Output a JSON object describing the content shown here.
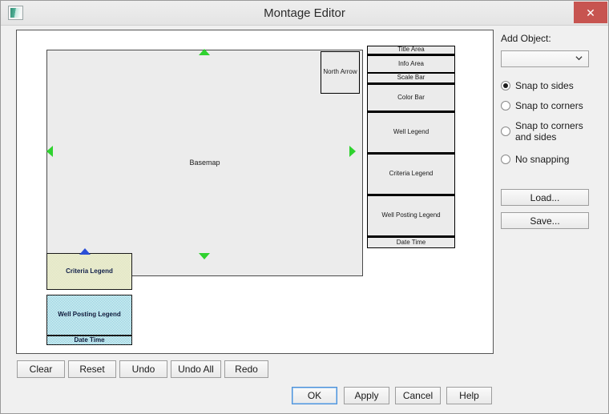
{
  "window": {
    "title": "Montage Editor",
    "app_icon": "app-icon",
    "close_label": "✕"
  },
  "canvas": {
    "basemap_label": "Basemap",
    "boxes": [
      {
        "name": "north-arrow",
        "label": "North Arrow"
      },
      {
        "name": "title-area",
        "label": "Title Area"
      },
      {
        "name": "info-area",
        "label": "Info Area"
      },
      {
        "name": "scale-bar",
        "label": "Scale Bar"
      },
      {
        "name": "color-bar",
        "label": "Color Bar"
      },
      {
        "name": "well-legend",
        "label": "Well Legend"
      },
      {
        "name": "criteria-legend",
        "label": "Criteria Legend"
      },
      {
        "name": "well-posting-legend",
        "label": "Well Posting Legend"
      },
      {
        "name": "date-time",
        "label": "Date Time"
      }
    ],
    "selected_boxes": [
      {
        "name": "criteria-legend-selected",
        "label": "Criteria Legend"
      },
      {
        "name": "well-posting-legend-selected",
        "label": "Well Posting Legend"
      },
      {
        "name": "date-time-selected",
        "label": "Date Time"
      }
    ],
    "handles": {
      "top": "up-triangle-handle",
      "bottom": "down-triangle-handle",
      "left": "left-triangle-handle",
      "right": "right-triangle-handle",
      "selected_top": "up-triangle-handle-blue"
    },
    "colors": {
      "handle_green": "#2fd22f",
      "handle_blue": "#2a4fd6",
      "box_fill": "#ebebeb",
      "selected_green_fill": "#dfe3bd",
      "selected_blue_fill": "#6fc4d6"
    }
  },
  "panel": {
    "add_object_label": "Add Object:",
    "combo_value": "",
    "combo_placeholder": "",
    "snap_options": [
      {
        "label": "Snap to sides",
        "selected": true
      },
      {
        "label": "Snap to corners",
        "selected": false
      },
      {
        "label": "Snap to corners and sides",
        "selected": false
      },
      {
        "label": "No snapping",
        "selected": false
      }
    ],
    "load_label": "Load...",
    "save_label": "Save..."
  },
  "edit_buttons": [
    {
      "name": "clear-button",
      "label": "Clear"
    },
    {
      "name": "reset-button",
      "label": "Reset"
    },
    {
      "name": "undo-button",
      "label": "Undo"
    },
    {
      "name": "undo-all-button",
      "label": "Undo All"
    },
    {
      "name": "redo-button",
      "label": "Redo"
    }
  ],
  "dialog_buttons": [
    {
      "name": "ok-button",
      "label": "OK",
      "focused": true
    },
    {
      "name": "apply-button",
      "label": "Apply",
      "focused": false
    },
    {
      "name": "cancel-button",
      "label": "Cancel",
      "focused": false
    },
    {
      "name": "help-button",
      "label": "Help",
      "focused": false
    }
  ]
}
